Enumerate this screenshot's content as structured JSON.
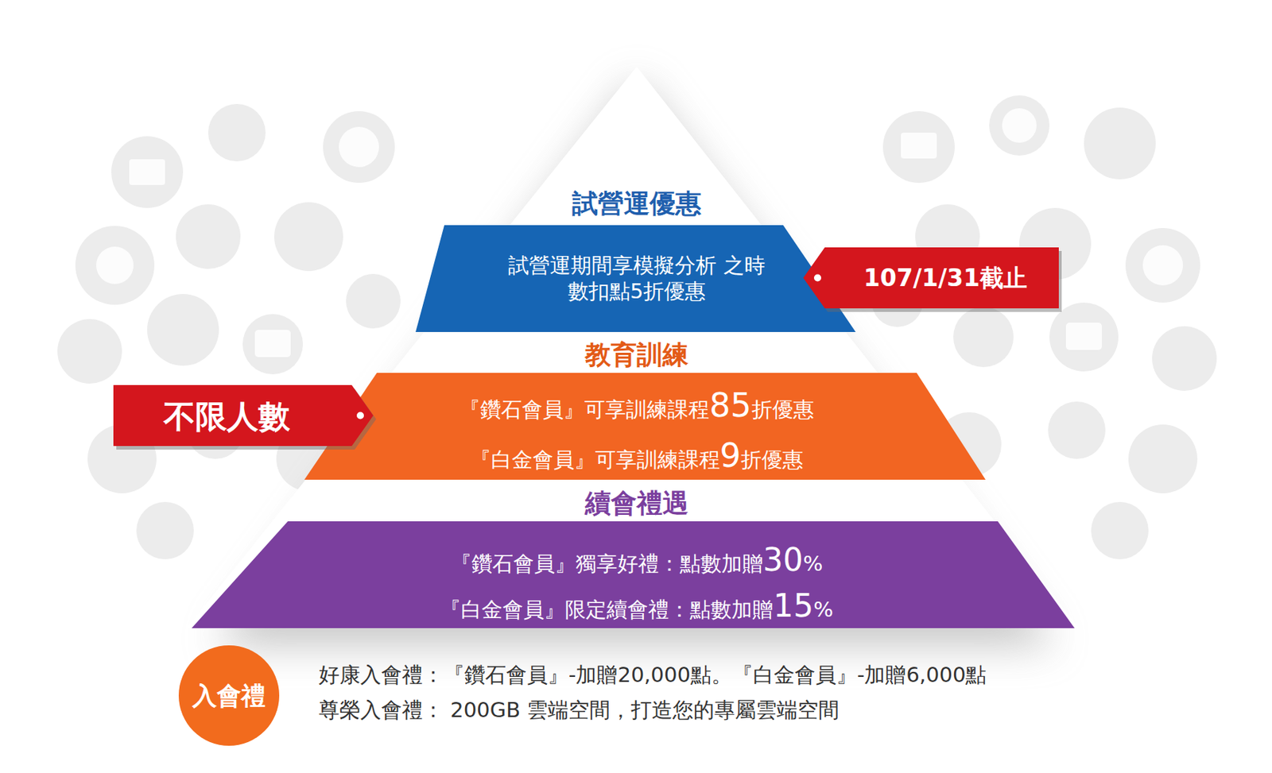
{
  "diagram": {
    "nodes": [
      {
        "text": [
          "試營運優惠",
          "試營運期間享模擬分析 之時數扣點5折優惠"
        ]
      },
      {
        "text": [
          "107/1/31截止"
        ]
      },
      {
        "text": [
          "教育訓練",
          "『鑽石會員』可享訓練課程85折優惠",
          "『白金會員』可享訓練課程9折優惠"
        ]
      },
      {
        "text": [
          "不限人數"
        ]
      },
      {
        "text": [
          "續會禮遇",
          "『鑽石會員』獨享好禮：點數加贈30%",
          "『白金會員』限定續會禮：點數加贈15%"
        ]
      },
      {
        "text": [
          "入會禮"
        ]
      }
    ],
    "labels": [
      "好康入會禮：『鑽石會員』-加贈20,000點。『白金會員』-加贈6,000點",
      "尊榮入會禮： 200GB 雲端空間，打造您的專屬雲端空間"
    ]
  }
}
